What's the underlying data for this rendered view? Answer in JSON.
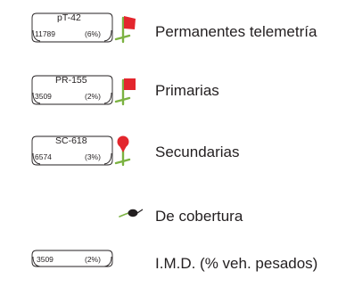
{
  "legend": {
    "rows": [
      {
        "code": "pT-42",
        "count": "11789",
        "pct": "(6%)",
        "label": "Permanentes telemetría",
        "symbol": "red-flag-icon"
      },
      {
        "code": "PR-155",
        "count": "3509",
        "pct": "(2%)",
        "label": "Primarias",
        "symbol": "red-flag-icon"
      },
      {
        "code": "SC-618",
        "count": "6574",
        "pct": "(3%)",
        "label": "Secundarias",
        "symbol": "red-pin-icon"
      },
      {
        "label": "De cobertura",
        "symbol": "black-dot-arrow-icon"
      },
      {
        "count": "3509",
        "pct": "(2%)",
        "label": "I.M.D. (% veh. pesados)"
      }
    ]
  },
  "colors": {
    "flag_red": "#e3262d",
    "pole_green": "#7bb241",
    "badge_stroke": "#231f20",
    "text": "#231f20"
  }
}
